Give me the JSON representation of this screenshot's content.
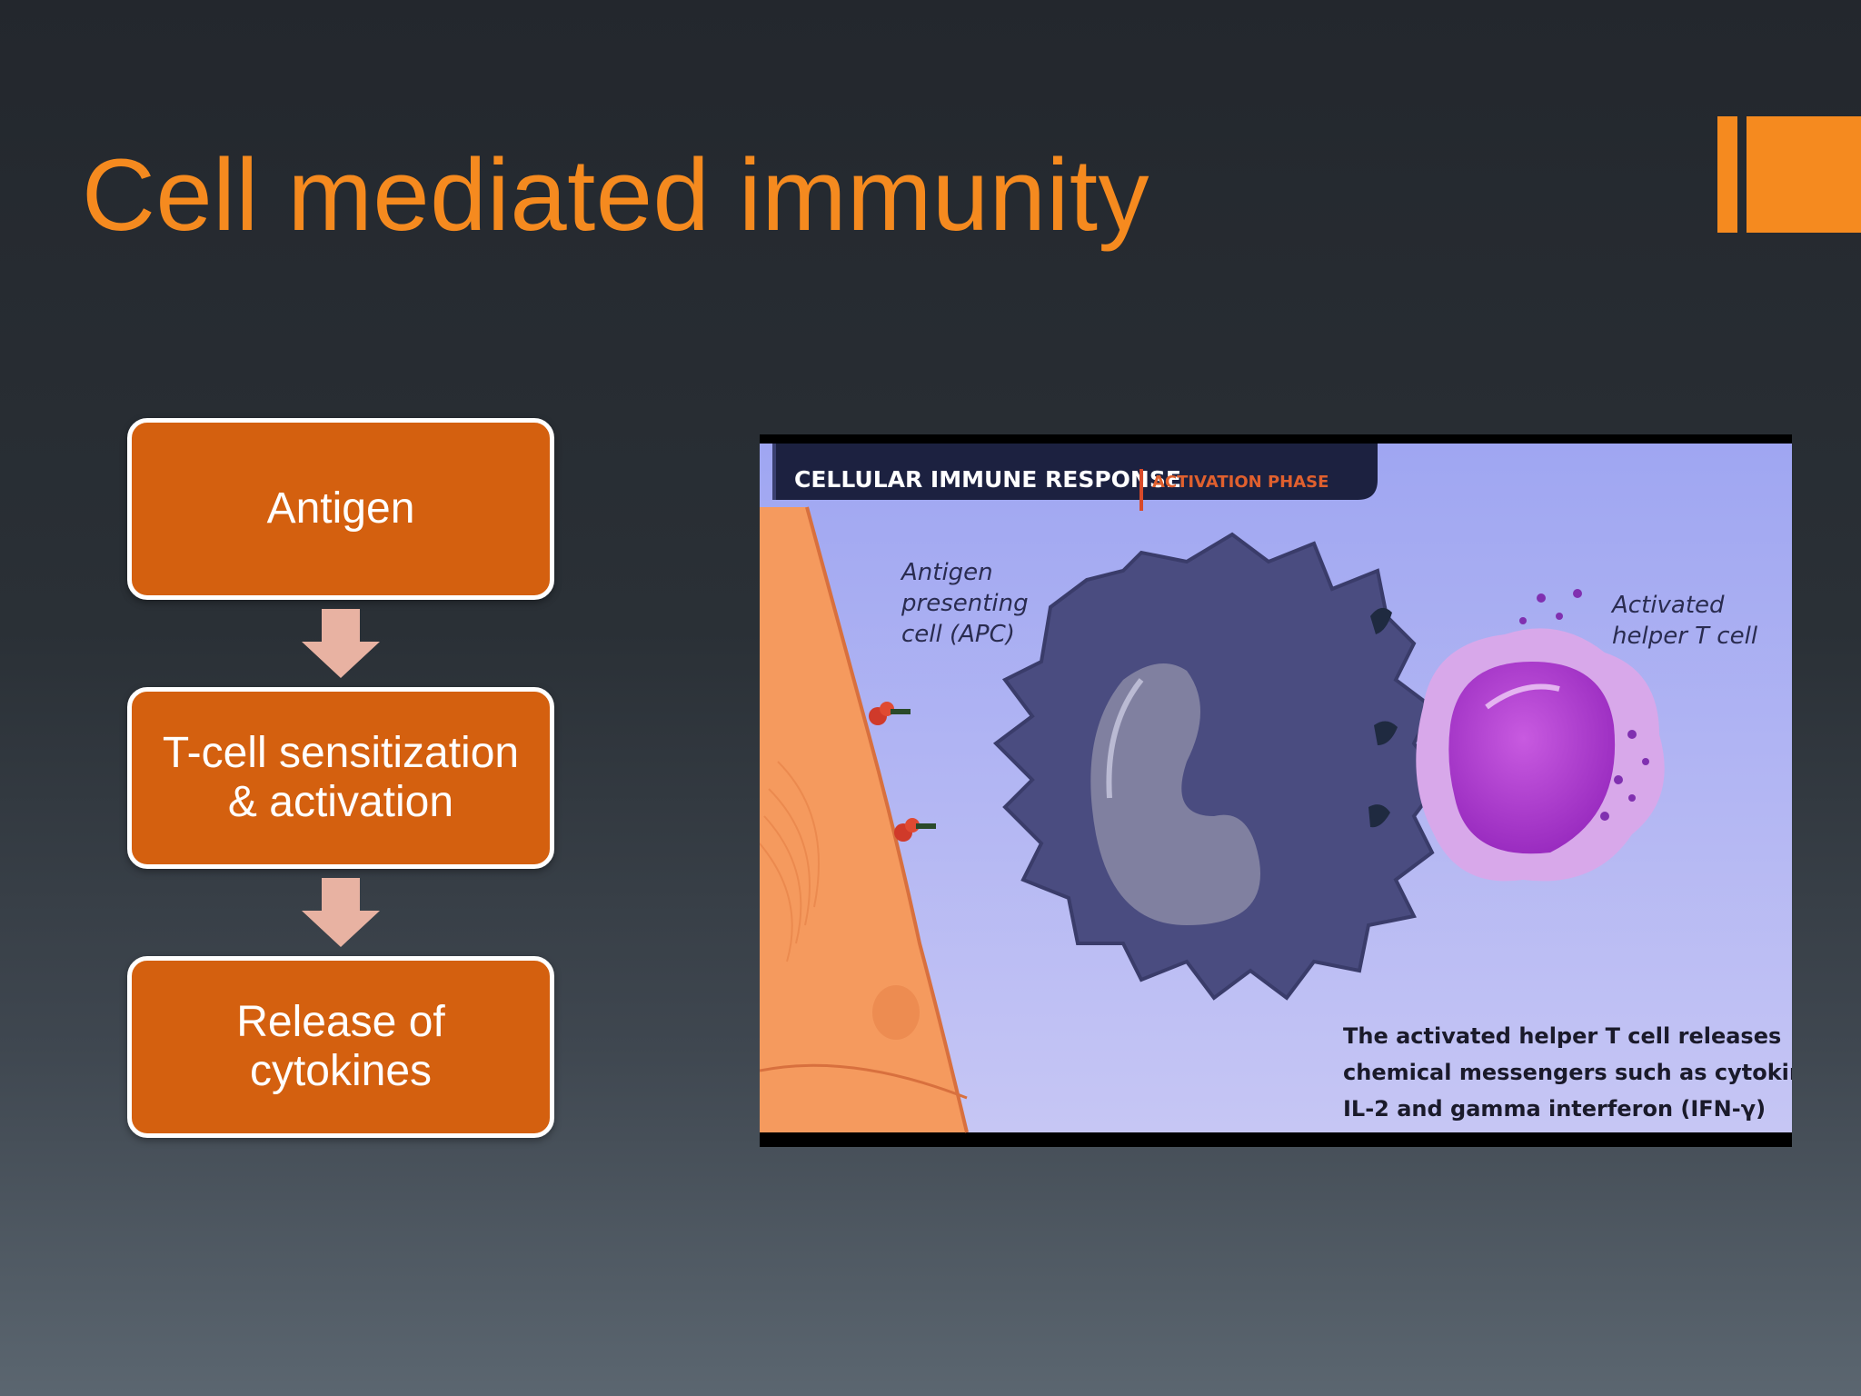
{
  "slide": {
    "title": "Cell mediated immunity",
    "accent_color": "#f58a1f",
    "box_color": "#d4600f",
    "arrow_color": "#e8b2a2"
  },
  "flow": {
    "steps": [
      "Antigen",
      "T-cell sensitization\n& activation",
      "Release of\ncytokines"
    ]
  },
  "figure": {
    "header_title": "CELLULAR IMMUNE RESPONSE",
    "header_phase": "ACTIVATION PHASE",
    "apc_label": [
      "Antigen",
      "presenting",
      "cell (APC)"
    ],
    "tcell_label": [
      "Activated",
      "helper T cell"
    ],
    "caption": [
      "The activated helper T cell releases",
      "chemical messengers such as cytokine",
      "IL-2 and gamma interferon (IFN-γ)"
    ]
  }
}
